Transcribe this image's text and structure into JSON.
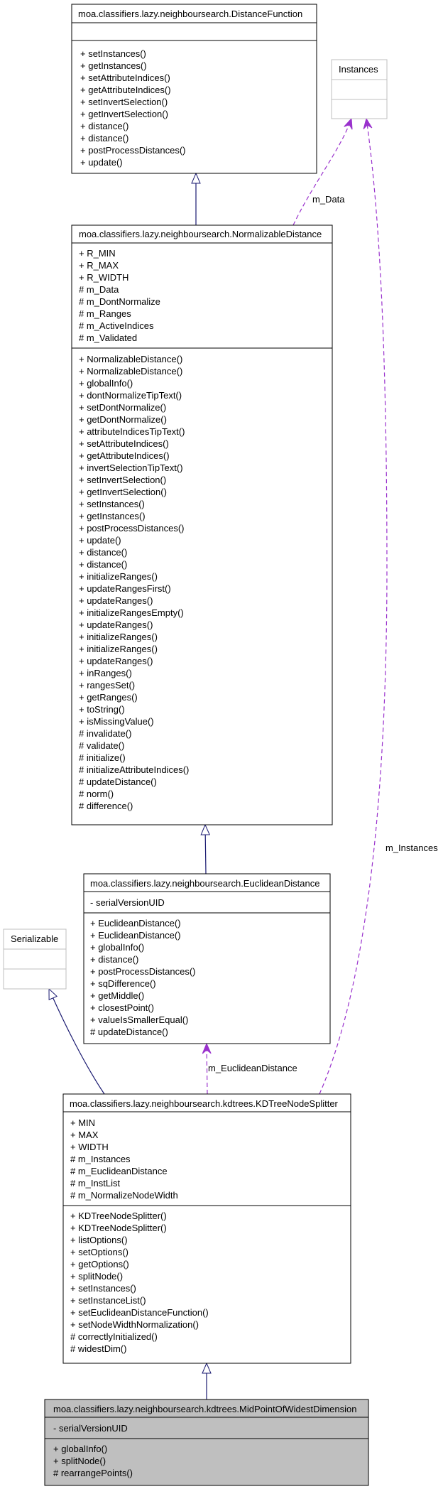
{
  "classes": [
    {
      "key": "distance_function",
      "name": "moa.classifiers.lazy.neighboursearch.DistanceFunction",
      "style": "normal",
      "attributes": [],
      "methods": [
        "+ setInstances()",
        "+ getInstances()",
        "+ setAttributeIndices()",
        "+ getAttributeIndices()",
        "+ setInvertSelection()",
        "+ getInvertSelection()",
        "+ distance()",
        "+ distance()",
        "+ postProcessDistances()",
        "+ update()"
      ]
    },
    {
      "key": "instances",
      "name": "Instances",
      "style": "external",
      "attributes": [],
      "methods": []
    },
    {
      "key": "normalizable_distance",
      "name": "moa.classifiers.lazy.neighboursearch.NormalizableDistance",
      "style": "normal",
      "attributes": [
        "+ R_MIN",
        "+ R_MAX",
        "+ R_WIDTH",
        "# m_Data",
        "# m_DontNormalize",
        "# m_Ranges",
        "# m_ActiveIndices",
        "# m_Validated"
      ],
      "methods": [
        "+ NormalizableDistance()",
        "+ NormalizableDistance()",
        "+ globalInfo()",
        "+ dontNormalizeTipText()",
        "+ setDontNormalize()",
        "+ getDontNormalize()",
        "+ attributeIndicesTipText()",
        "+ setAttributeIndices()",
        "+ getAttributeIndices()",
        "+ invertSelectionTipText()",
        "+ setInvertSelection()",
        "+ getInvertSelection()",
        "+ setInstances()",
        "+ getInstances()",
        "+ postProcessDistances()",
        "+ update()",
        "+ distance()",
        "+ distance()",
        "+ initializeRanges()",
        "+ updateRangesFirst()",
        "+ updateRanges()",
        "+ initializeRangesEmpty()",
        "+ updateRanges()",
        "+ initializeRanges()",
        "+ initializeRanges()",
        "+ updateRanges()",
        "+ inRanges()",
        "+ rangesSet()",
        "+ getRanges()",
        "+ toString()",
        "+ isMissingValue()",
        "# invalidate()",
        "# validate()",
        "# initialize()",
        "# initializeAttributeIndices()",
        "# updateDistance()",
        "# norm()",
        "# difference()"
      ]
    },
    {
      "key": "euclidean_distance",
      "name": "moa.classifiers.lazy.neighboursearch.EuclideanDistance",
      "style": "normal",
      "attributes": [
        "- serialVersionUID"
      ],
      "methods": [
        "+ EuclideanDistance()",
        "+ EuclideanDistance()",
        "+ globalInfo()",
        "+ distance()",
        "+ postProcessDistances()",
        "+ sqDifference()",
        "+ getMiddle()",
        "+ closestPoint()",
        "+ valueIsSmallerEqual()",
        "# updateDistance()"
      ]
    },
    {
      "key": "serializable",
      "name": "Serializable",
      "style": "external",
      "attributes": [],
      "methods": []
    },
    {
      "key": "kdtree_node_splitter",
      "name": "moa.classifiers.lazy.neighboursearch.kdtrees.KDTreeNodeSplitter",
      "style": "normal",
      "attributes": [
        "+ MIN",
        "+ MAX",
        "+ WIDTH",
        "# m_Instances",
        "# m_EuclideanDistance",
        "# m_InstList",
        "# m_NormalizeNodeWidth"
      ],
      "methods": [
        "+ KDTreeNodeSplitter()",
        "+ KDTreeNodeSplitter()",
        "+ listOptions()",
        "+ setOptions()",
        "+ getOptions()",
        "+ splitNode()",
        "+ setInstances()",
        "+ setInstanceList()",
        "+ setEuclideanDistanceFunction()",
        "+ setNodeWidthNormalization()",
        "# correctlyInitialized()",
        "# widestDim()"
      ]
    },
    {
      "key": "midpoint",
      "name": "moa.classifiers.lazy.neighboursearch.kdtrees.MidPointOfWidestDimension",
      "style": "focus",
      "attributes": [
        "- serialVersionUID"
      ],
      "methods": [
        "+ globalInfo()",
        "+ splitNode()",
        "# rearrangePoints()"
      ]
    }
  ],
  "edges": [
    {
      "key": "e_norm_df",
      "kind": "inheritance",
      "from": "normalizable_distance",
      "to": "distance_function",
      "label": ""
    },
    {
      "key": "e_eu_norm",
      "kind": "inheritance",
      "from": "euclidean_distance",
      "to": "normalizable_distance",
      "label": ""
    },
    {
      "key": "e_kd_ser",
      "kind": "inheritance",
      "from": "kdtree_node_splitter",
      "to": "serializable",
      "label": ""
    },
    {
      "key": "e_mid_kd",
      "kind": "inheritance",
      "from": "midpoint",
      "to": "kdtree_node_splitter",
      "label": ""
    },
    {
      "key": "e_norm_inst",
      "kind": "usage",
      "from": "normalizable_distance",
      "to": "instances",
      "label": "m_Data"
    },
    {
      "key": "e_kd_inst",
      "kind": "usage",
      "from": "kdtree_node_splitter",
      "to": "instances",
      "label": "m_Instances"
    },
    {
      "key": "e_kd_eu",
      "kind": "usage",
      "from": "kdtree_node_splitter",
      "to": "euclidean_distance",
      "label": "m_EuclideanDistance"
    }
  ],
  "colors": {
    "class_border": "#000000",
    "external_border": "#bfbfbf",
    "focus_fill": "#bfbfbf",
    "inheritance_edge": "#191970",
    "usage_edge": "#9a32cd"
  }
}
